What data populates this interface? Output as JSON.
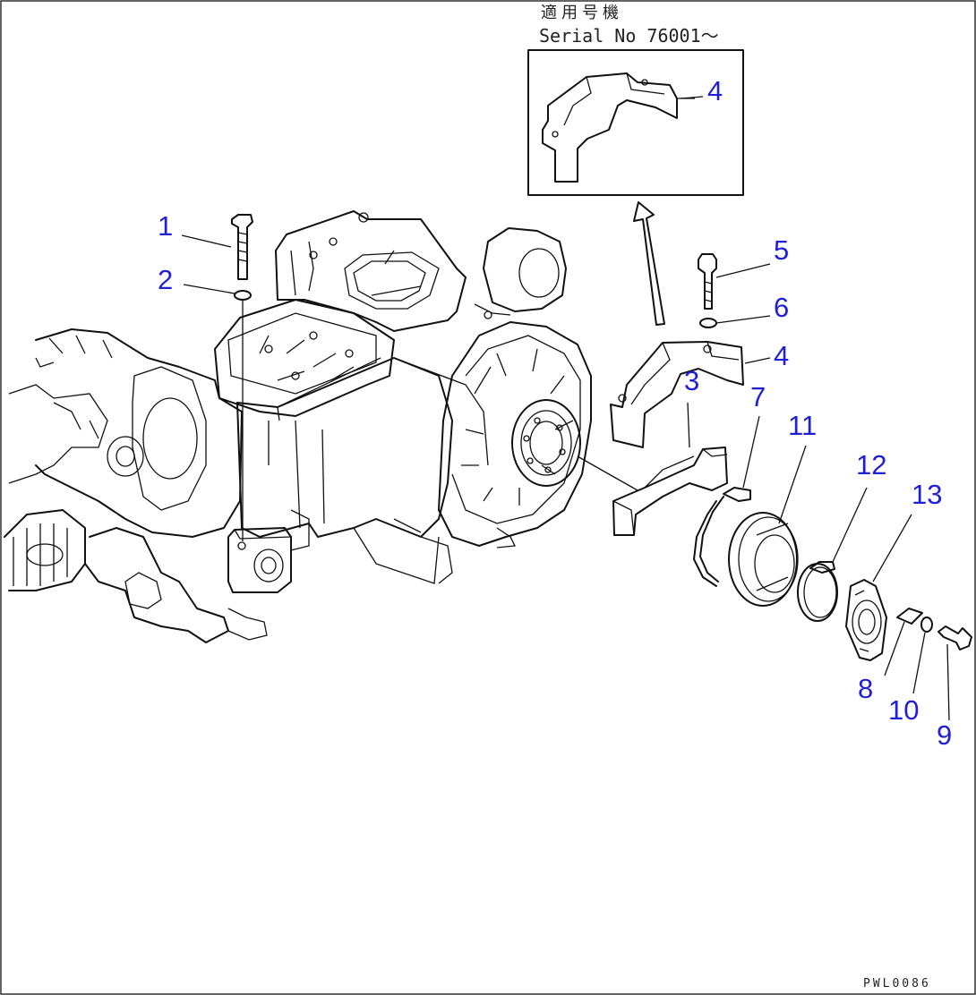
{
  "serial_note": {
    "jp_label": "適用号機",
    "serial_label": "Serial No 76001〜"
  },
  "drawing_code": "PWL0086",
  "callouts": [
    {
      "id": "c1",
      "text": "1"
    },
    {
      "id": "c2",
      "text": "2"
    },
    {
      "id": "c3",
      "text": "3"
    },
    {
      "id": "c4-inset",
      "text": "4"
    },
    {
      "id": "c4",
      "text": "4"
    },
    {
      "id": "c5",
      "text": "5"
    },
    {
      "id": "c6",
      "text": "6"
    },
    {
      "id": "c7",
      "text": "7"
    },
    {
      "id": "c8",
      "text": "8"
    },
    {
      "id": "c9",
      "text": "9"
    },
    {
      "id": "c10",
      "text": "10"
    },
    {
      "id": "c11",
      "text": "11"
    },
    {
      "id": "c12",
      "text": "12"
    },
    {
      "id": "c13",
      "text": "13"
    }
  ],
  "colors": {
    "callout": "#1f1fd6",
    "line": "#111111",
    "background": "#ffffff"
  }
}
